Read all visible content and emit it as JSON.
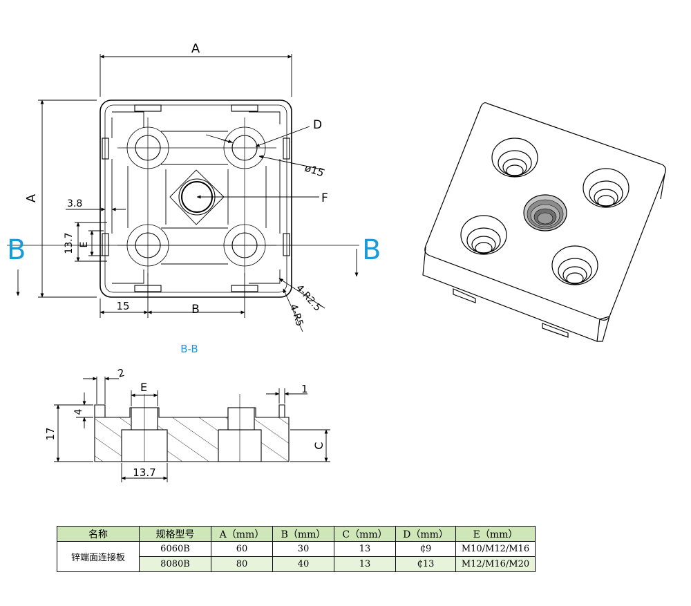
{
  "top_view": {
    "dim_A_top": "A",
    "dim_A_left": "A",
    "dim_D": "D",
    "dim_phi15": "ø15",
    "dim_F": "F",
    "dim_3_8": "3.8",
    "dim_13_7": "13.7",
    "dim_E": "E",
    "dim_15": "15",
    "dim_B": "B",
    "dim_r2_5": "4-R2.5",
    "dim_r5": "4-R5",
    "section_left": "B",
    "section_right": "B"
  },
  "section_view": {
    "title": "B-B",
    "dim_2": "2",
    "dim_E": "E",
    "dim_1": "1",
    "dim_4": "4",
    "dim_17": "17",
    "dim_C": "C",
    "dim_13_7": "13.7"
  },
  "table": {
    "headers": [
      "名称",
      "规格型号",
      "A（mm）",
      "B（mm）",
      "C（mm）",
      "D（mm）",
      "E（mm）"
    ],
    "product_name": "锌端面连接板",
    "rows": [
      {
        "model": "6060B",
        "a": "60",
        "b": "30",
        "c": "13",
        "d": "₵9",
        "e": "M10/M12/M16"
      },
      {
        "model": "8080B",
        "a": "80",
        "b": "40",
        "c": "13",
        "d": "₵13",
        "e": "M12/M16/M20"
      }
    ]
  },
  "colors": {
    "section_letter": "#1a9ad6",
    "header_bg": "#cfe6b8",
    "row_alt_bg": "#e8f3dc"
  }
}
